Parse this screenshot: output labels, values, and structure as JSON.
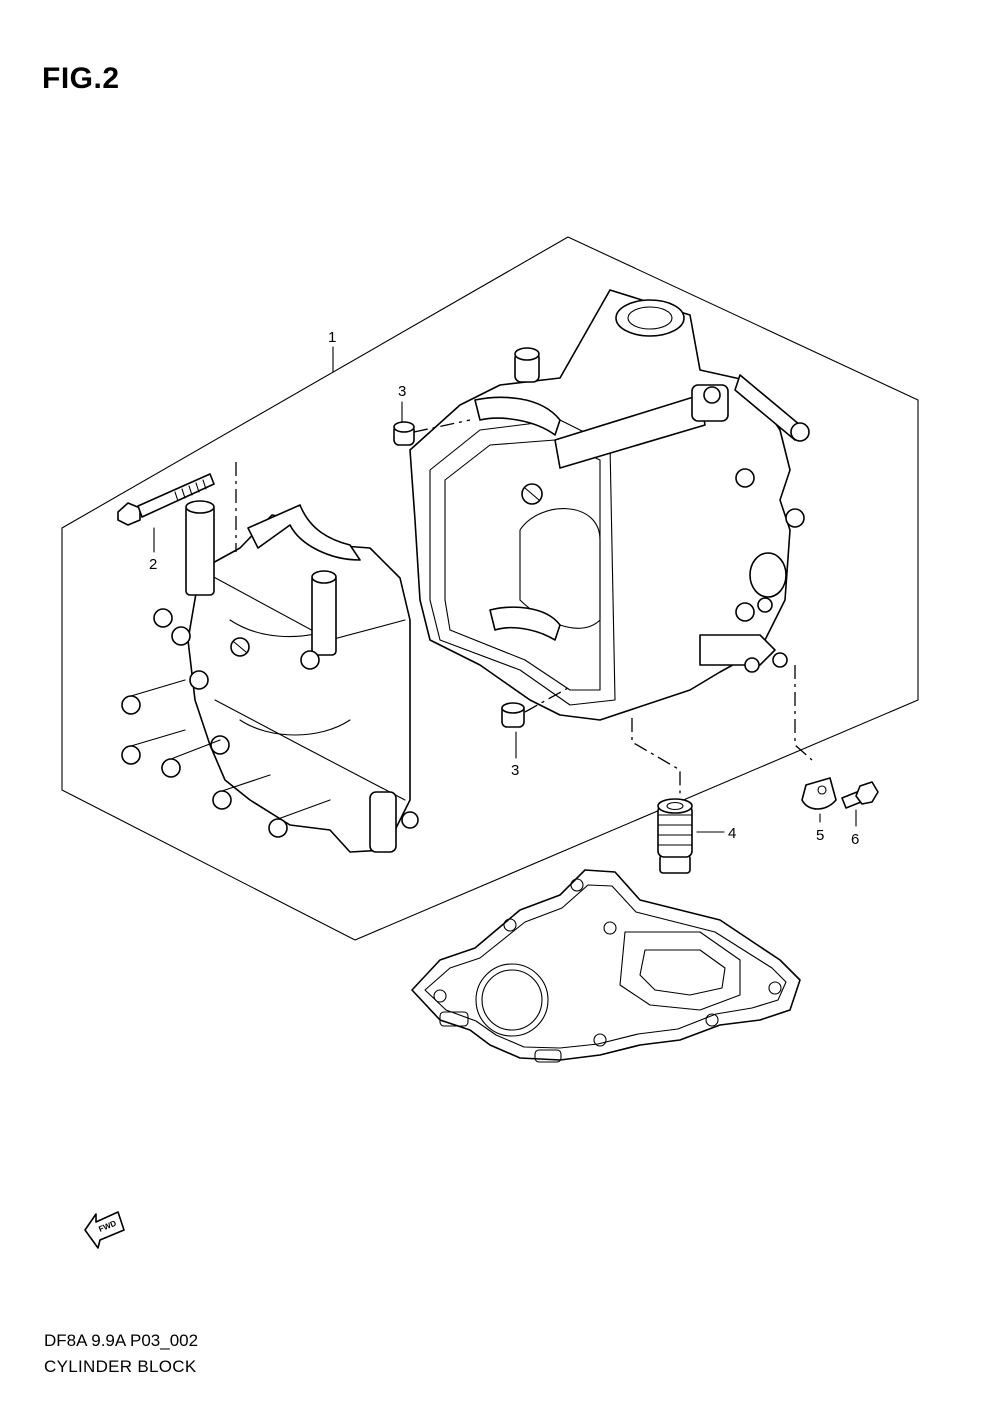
{
  "figure": {
    "title": "FIG.2",
    "code": "DF8A 9.9A P03_002",
    "name": "CYLINDER BLOCK"
  },
  "callouts": [
    {
      "id": "1",
      "label": "1"
    },
    {
      "id": "2",
      "label": "2"
    },
    {
      "id": "3a",
      "label": "3"
    },
    {
      "id": "3b",
      "label": "3"
    },
    {
      "id": "4",
      "label": "4"
    },
    {
      "id": "5",
      "label": "5"
    },
    {
      "id": "6",
      "label": "6"
    }
  ],
  "fwd_badge": {
    "label": "FWD"
  }
}
